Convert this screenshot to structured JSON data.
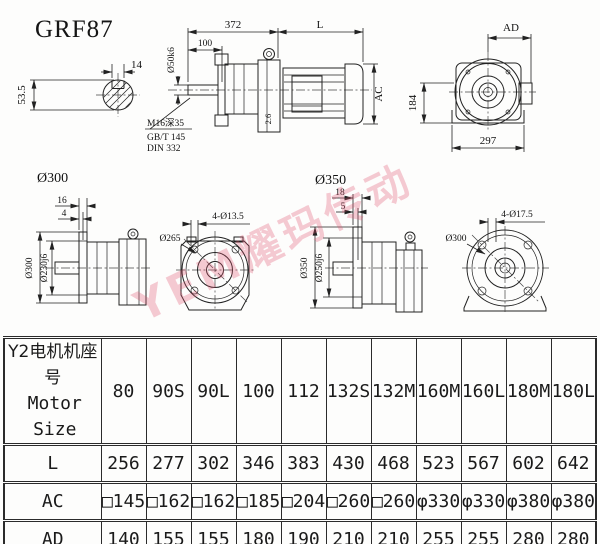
{
  "title": "GRF87",
  "watermark": "YEM耀玛传动",
  "colors": {
    "line": "#222222",
    "watermark_pink": "#e05570",
    "table_border": "#2b2b2b"
  },
  "drawings": {
    "shaft_section": {
      "dim_keyway_width": "14",
      "dim_height": "53.5",
      "shaft_dia": "Ø50k6",
      "note1": "M16深35",
      "note2": "GB/T 145",
      "note3": "DIN 332"
    },
    "side_view": {
      "dim_total": "372",
      "dim_motor_length": "L",
      "dim_shaft_length": "100",
      "dim_motor_dia": "AC",
      "dim_gap": "2.6"
    },
    "motor_front": {
      "dim_ad": "AD",
      "dim_height": "184",
      "dim_width": "297"
    },
    "flange_300_side": {
      "title": "Ø300",
      "dim_flange_thickness": "16",
      "dim_spigot_depth": "4",
      "dim_flange_od": "Ø300",
      "dim_spigot": "Ø230j6"
    },
    "flange_300_front": {
      "holes": "4-Ø13.5",
      "bolt_circle": "Ø265"
    },
    "flange_350_side": {
      "title": "Ø350",
      "dim_flange_thickness": "18",
      "dim_spigot_depth": "5",
      "dim_flange_od": "Ø350",
      "dim_spigot": "Ø250j6"
    },
    "flange_350_front": {
      "holes": "4-Ø17.5",
      "bolt_circle": "Ø300"
    }
  },
  "table": {
    "header_cn": "Y2电机机座号",
    "header_en": "Motor Size",
    "columns": [
      "80",
      "90S",
      "90L",
      "100",
      "112",
      "132S",
      "132M",
      "160M",
      "160L",
      "180M",
      "180L"
    ],
    "rows": [
      {
        "label": "L",
        "values": [
          "256",
          "277",
          "302",
          "346",
          "383",
          "430",
          "468",
          "523",
          "567",
          "602",
          "642"
        ]
      },
      {
        "label": "AC",
        "values": [
          "□145",
          "□162",
          "□162",
          "□185",
          "□204",
          "□260",
          "□260",
          "φ330",
          "φ330",
          "φ380",
          "φ380"
        ]
      },
      {
        "label": "AD",
        "values": [
          "140",
          "155",
          "155",
          "180",
          "190",
          "210",
          "210",
          "255",
          "255",
          "280",
          "280"
        ]
      }
    ]
  }
}
